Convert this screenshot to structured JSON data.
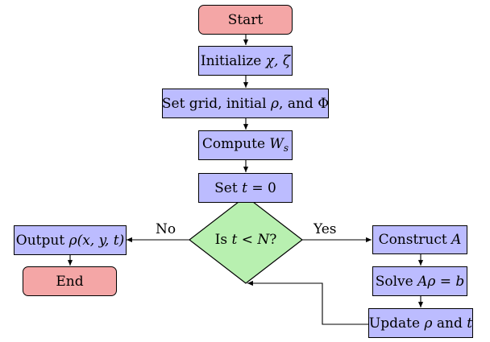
{
  "nodes": {
    "start": {
      "text": "Start"
    },
    "init": {
      "prefix": "Initialize ",
      "math": "χ, ζ"
    },
    "grid": {
      "prefix": "Set grid, initial ",
      "math": "ρ",
      "suffix": ", and Φ"
    },
    "compute": {
      "prefix": "Compute ",
      "math": "W",
      "sub": "s"
    },
    "sett": {
      "prefix": "Set ",
      "math": "t",
      "suffix": " = 0"
    },
    "decision": {
      "prefix": "Is ",
      "math": "t < N",
      "suffix": "?"
    },
    "output": {
      "prefix": "Output ",
      "math": "ρ(x, y, t)"
    },
    "end": {
      "text": "End"
    },
    "construct": {
      "prefix": "Construct ",
      "math": "A"
    },
    "solve": {
      "prefix": "Solve ",
      "math": "Aρ = b"
    },
    "update": {
      "prefix": "Update ",
      "math": "ρ",
      "mid": " and ",
      "math2": "t"
    }
  },
  "edges": {
    "no_label": "No",
    "yes_label": "Yes"
  },
  "colors": {
    "process_fill": "#bcbcff",
    "terminal_fill": "#f4a6a6",
    "decision_fill": "#b8f0b0",
    "stroke": "#000000"
  }
}
